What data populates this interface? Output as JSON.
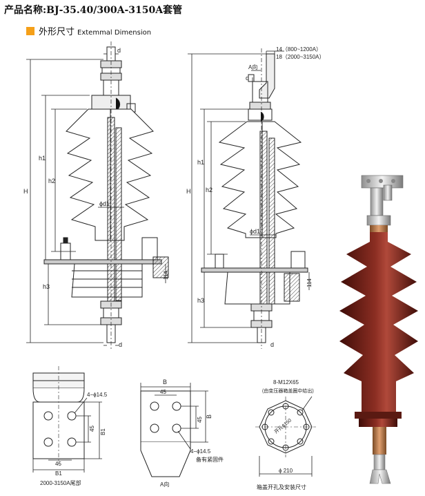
{
  "title": "产品名称:BJ-35.40/300A-3150A套管",
  "section": {
    "label_cn": "外形尺寸",
    "label_en": "Extemmal Dimension"
  },
  "labels": {
    "H": "H",
    "h1": "h1",
    "h2": "h2",
    "h3": "h3",
    "phi_d1": "ϕd1",
    "d": "d",
    "dim_114": "114",
    "note_14": "14（800~1200A）",
    "note_18": "18（2000~3150A）",
    "a_dir_arrow": "A向",
    "B": "B",
    "B1": "B1",
    "dim_45": "45",
    "hole_phi145": "4−ϕ14.5",
    "caption_tail": "2000-3150A尾部",
    "caption_a_dir": "A向",
    "caption_fastener": "备有紧固件",
    "bolt_note": "8-M12X65",
    "bolt_note_sub": "(由变压器箱盖圈中给出)",
    "hole_dia": "开孔ϕ150",
    "dia_210": "ϕ 210",
    "caption_flange": "箱盖开孔及安装尺寸"
  },
  "colors": {
    "accent": "#f5a019",
    "porcelain": "#6e2018",
    "line": "#222222"
  }
}
